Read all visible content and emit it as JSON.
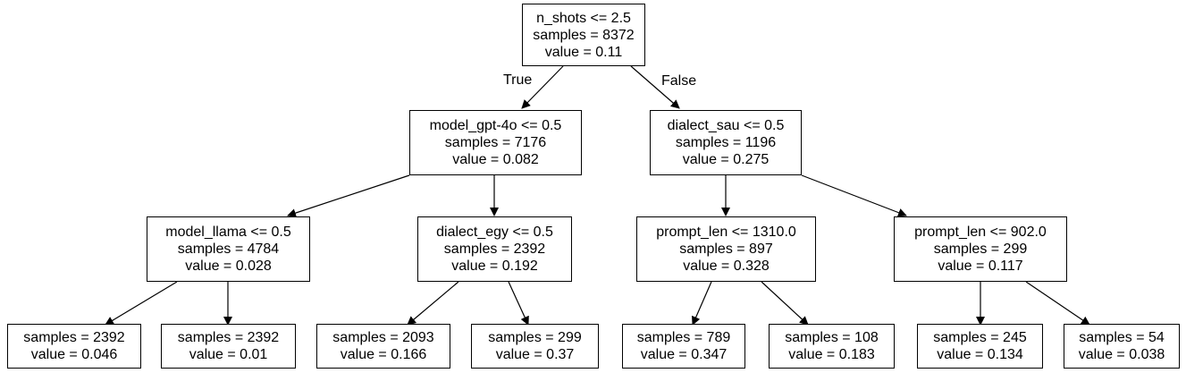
{
  "tree": {
    "root": {
      "condition": "n_shots <= 2.5",
      "samples": "samples = 8372",
      "value": "value = 0.11"
    },
    "edge_labels": {
      "true": "True",
      "false": "False"
    },
    "level1": [
      {
        "condition": "model_gpt-4o <= 0.5",
        "samples": "samples = 7176",
        "value": "value = 0.082"
      },
      {
        "condition": "dialect_sau <= 0.5",
        "samples": "samples = 1196",
        "value": "value = 0.275"
      }
    ],
    "level2": [
      {
        "condition": "model_llama <= 0.5",
        "samples": "samples = 4784",
        "value": "value = 0.028"
      },
      {
        "condition": "dialect_egy <= 0.5",
        "samples": "samples = 2392",
        "value": "value = 0.192"
      },
      {
        "condition": "prompt_len <= 1310.0",
        "samples": "samples = 897",
        "value": "value = 0.328"
      },
      {
        "condition": "prompt_len <= 902.0",
        "samples": "samples = 299",
        "value": "value = 0.117"
      }
    ],
    "leaves": [
      {
        "samples": "samples = 2392",
        "value": "value = 0.046"
      },
      {
        "samples": "samples = 2392",
        "value": "value = 0.01"
      },
      {
        "samples": "samples = 2093",
        "value": "value = 0.166"
      },
      {
        "samples": "samples = 299",
        "value": "value = 0.37"
      },
      {
        "samples": "samples = 789",
        "value": "value = 0.347"
      },
      {
        "samples": "samples = 108",
        "value": "value = 0.183"
      },
      {
        "samples": "samples = 245",
        "value": "value = 0.134"
      },
      {
        "samples": "samples = 54",
        "value": "value = 0.038"
      }
    ]
  }
}
